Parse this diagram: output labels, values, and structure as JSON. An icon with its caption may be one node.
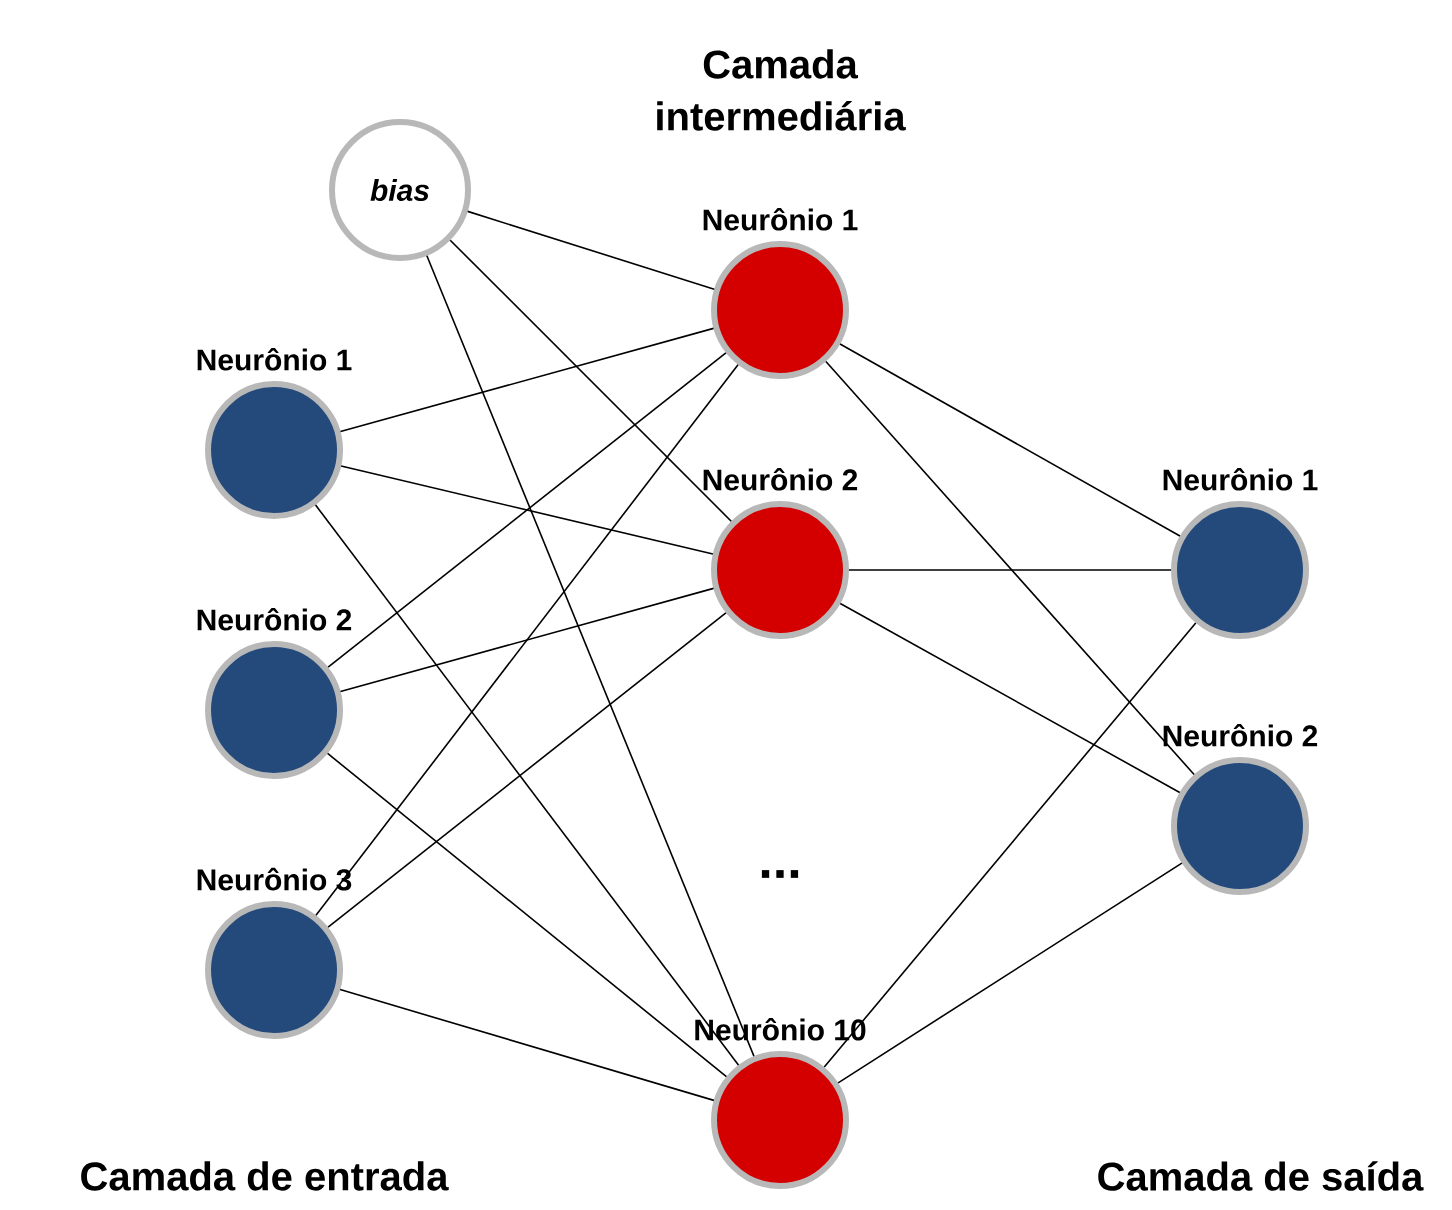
{
  "diagram": {
    "nodes": [
      {
        "text": [
          "bias"
        ]
      },
      {
        "text": [
          "Neurônio 1"
        ]
      },
      {
        "text": [
          "Neurônio 2"
        ]
      },
      {
        "text": [
          "Neurônio 3"
        ]
      },
      {
        "text": [
          "Neurônio 1"
        ]
      },
      {
        "text": [
          "Neurônio 2"
        ]
      },
      {
        "text": [
          "Neurônio 10"
        ]
      },
      {
        "text": [
          "Neurônio 1"
        ]
      },
      {
        "text": [
          "Neurônio 2"
        ]
      }
    ],
    "edges": [
      {
        "from": 0,
        "to": 4,
        "arrow": "none"
      },
      {
        "from": 0,
        "to": 5,
        "arrow": "none"
      },
      {
        "from": 0,
        "to": 6,
        "arrow": "none"
      },
      {
        "from": 1,
        "to": 4,
        "arrow": "none"
      },
      {
        "from": 1,
        "to": 5,
        "arrow": "none"
      },
      {
        "from": 1,
        "to": 6,
        "arrow": "none"
      },
      {
        "from": 2,
        "to": 4,
        "arrow": "none"
      },
      {
        "from": 2,
        "to": 5,
        "arrow": "none"
      },
      {
        "from": 2,
        "to": 6,
        "arrow": "none"
      },
      {
        "from": 3,
        "to": 4,
        "arrow": "none"
      },
      {
        "from": 3,
        "to": 5,
        "arrow": "none"
      },
      {
        "from": 3,
        "to": 6,
        "arrow": "none"
      },
      {
        "from": 4,
        "to": 7,
        "arrow": "none"
      },
      {
        "from": 4,
        "to": 8,
        "arrow": "none"
      },
      {
        "from": 5,
        "to": 7,
        "arrow": "none"
      },
      {
        "from": 5,
        "to": 8,
        "arrow": "none"
      },
      {
        "from": 6,
        "to": 7,
        "arrow": "none"
      },
      {
        "from": 6,
        "to": 8,
        "arrow": "none"
      }
    ],
    "labels": [
      "Camada intermediária",
      "...",
      "Camada de entrada",
      "Camada de saída"
    ]
  }
}
